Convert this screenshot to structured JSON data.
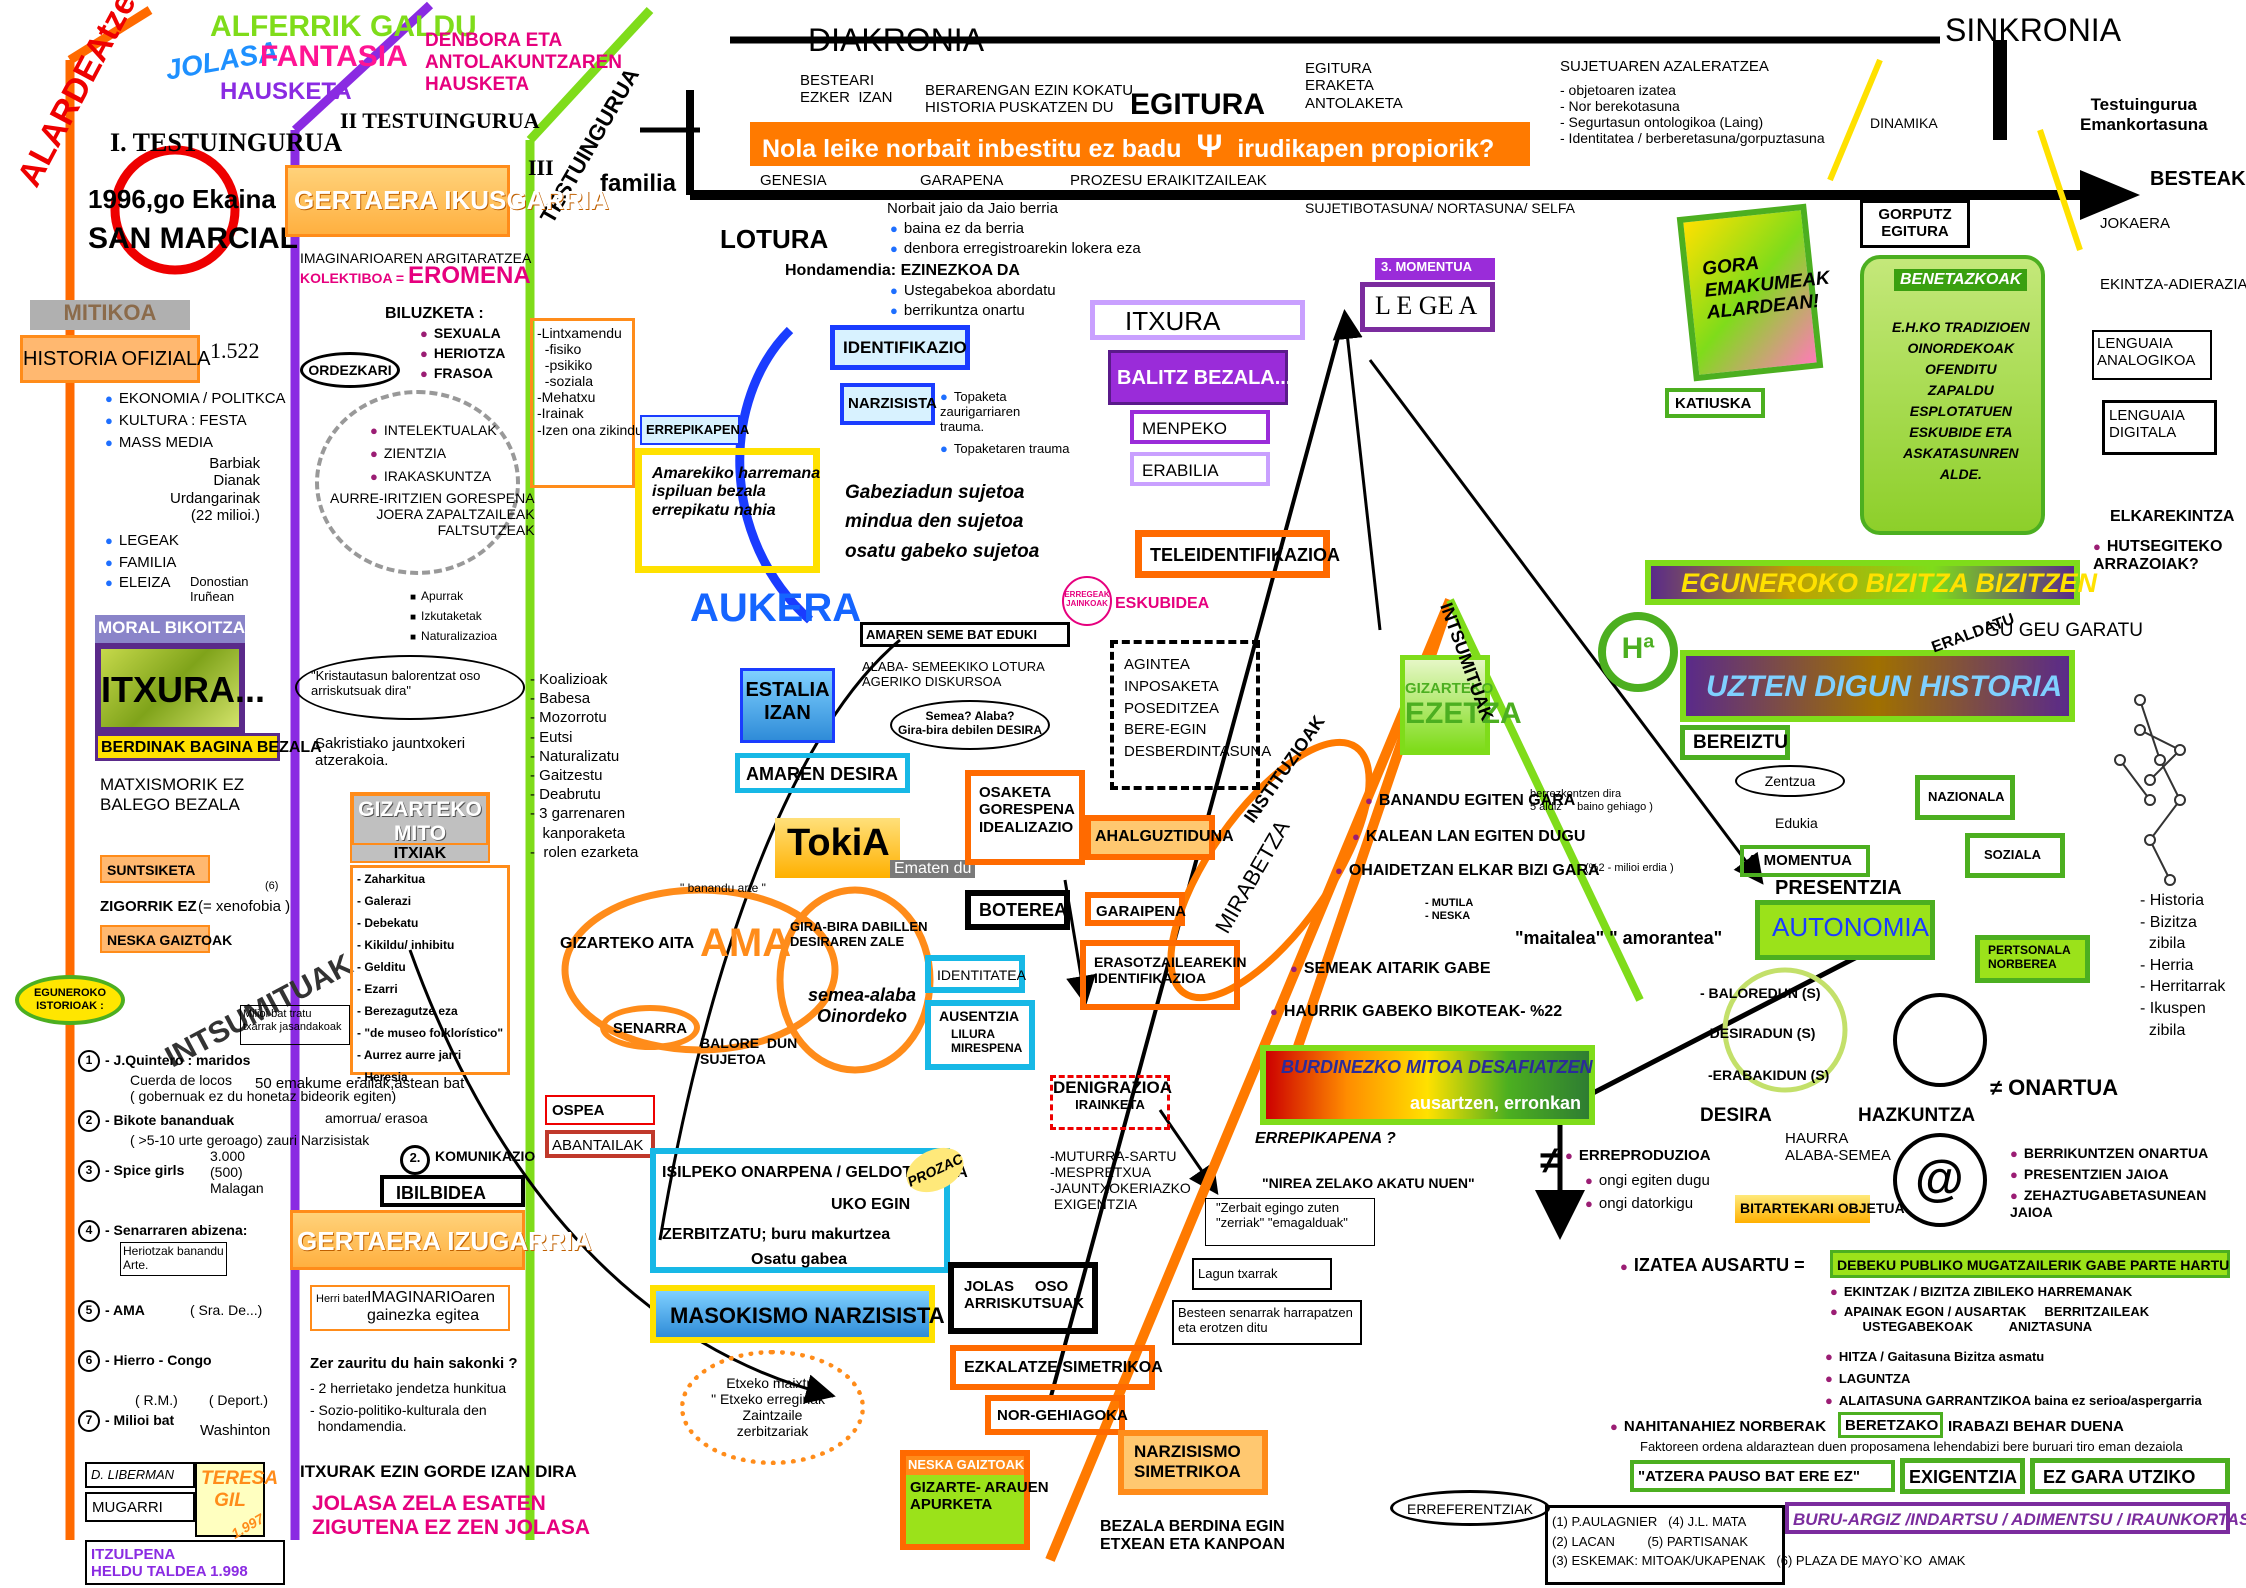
{
  "vertical_labels": {
    "alardeatzen": "ALARDEAtzen",
    "alferrik_galdu": "ALFERRIK GALDU",
    "jolasa": "JOLASA",
    "fantasia": "FANTASIA",
    "hausketa": "HAUSKETA",
    "denbora": "DENBORA ETA\nANTOLAKUNTZAREN\nHAUSKETA",
    "testuingurua3": "TESTUINGURUA",
    "insumituak": "INTSUMITUAK",
    "instituzioak": "INSTITUZIOAK",
    "mirabetza": "MIRABETZA",
    "intsumituak2": "INTSUMITUAK"
  },
  "col1": {
    "title": "I. TESTUINGURUA",
    "date": "1996,go  Ekaina",
    "place": "SAN MARCIAL",
    "mitikoa": "MITIKOA",
    "historia": "HISTORIA OFIZIALA",
    "year": "1.522",
    "bullets": [
      "EKONOMIA / POLITKCA",
      "KULTURA : FESTA",
      "MASS MEDIA"
    ],
    "media_sub": "Barbiak\nDianak\nUrdangarinak\n(22 milioi.)",
    "bullets2": [
      "LEGEAK",
      "FAMILIA",
      "ELEIZA"
    ],
    "donostian": "Donostian\nIruñean",
    "moral": "MORAL BIKOITZA",
    "itxura": "ITXURA...",
    "berdinak": "BERDINAK BAGINA BEZALA",
    "matxismorik": "MATXISMORIK EZ\nBALEGO BEZALA",
    "suntsiketa": "SUNTSIKETA",
    "zigorrik": "ZIGORRIK EZ",
    "xenofobia": "(= xenofobia )",
    "six": "(6)",
    "neska": "NESKA GAIZTOAK",
    "egunero": "EGUNEROKO\nISTORIOAK :",
    "stories": [
      {
        "n": "1",
        "text": "- J.Quintero : maridos",
        "sub": "Cuerda de locos\n( gobernuak ez du honetaz bideorik egiten)"
      },
      {
        "n": "2",
        "text": "- Bikote bananduak",
        "sub": "( >5-10 urte geroago) zauri Narzisistak"
      },
      {
        "n": "3",
        "text": "- Spice girls",
        "sub": "3.000\n(500)\nMalagan"
      },
      {
        "n": "4",
        "text": "- Senarraren abizena:",
        "sub": "Heriotzak banandu\nArte."
      },
      {
        "n": "5",
        "text": "- AMA",
        "sub": "( Sra. De...)"
      },
      {
        "n": "6",
        "text": "- Hierro - Congo",
        "sub": ""
      },
      {
        "n": "7",
        "text": "- Milioi bat",
        "sub": "( R.M.)        ( Deport.)"
      }
    ],
    "washinton": "Washinton",
    "milioi_tratu": "Milioi bat tratu\ntxarrak jasandakoak",
    "fifty": "50 emakume erailak,astean bat",
    "liberman": "D. LIBERMAN",
    "mugarri": "MUGARRI",
    "teresa": "TERESA\nGIL",
    "teresa_year": "1.997",
    "itzulpena": "ITZULPENA\nHELDU TALDEA 1.998"
  },
  "col2": {
    "title": "II TESTUINGURUA",
    "gertaera1": "GERTAERA IKUSGARRIA",
    "imaginarioaren": "IMAGINARIOAREN  ARGITARATZEA",
    "kolektiboa": "KOLEKTIBOA =",
    "eromena": "EROMENA",
    "biluzketa": "BILUZKETA :",
    "biluz_items": [
      "SEXUALA",
      "HERIOTZA",
      "FRASOA"
    ],
    "ordezkari": "ORDEZKARI",
    "ordez_items": [
      "INTELEKTUALAK",
      "ZIENTZIA",
      "IRAKASKUNTZA"
    ],
    "aurre": "AURRE-IRITZIEN GORESPENA\nJOERA ZAPALTZAILEAK\nFALTSUTZEAK",
    "apurrak": [
      "Apurrak",
      "Izkutaketak",
      "Naturalizazioa"
    ],
    "kristau": "\"Kristautasun balorentzat oso\narriskutsuak dira\"",
    "sakristia": "Sakristiako jauntxokeri\natzerakoia.",
    "gizarteko_mito": "GIZARTEKO\nMITO",
    "itxiak": "ITXIAK",
    "mito_list": [
      "- Zaharkitua",
      "- Galerazi",
      "- Debekatu",
      "- Kikildu/ inhibitu",
      "- Gelditu",
      "- Ezarri",
      "- Berezagutze eza",
      "- \"de museo folklorístico\"",
      "- Aurrez aurre jarri",
      "- Heresia"
    ],
    "amorrua": "amorrua/  erasoa",
    "komunikazio": "KOMUNIKAZIO",
    "ibilbidea": "IBILBIDEA",
    "two": "2.",
    "gertaera2": "GERTAERA IZUGARRIA",
    "herri": "Herri baten",
    "imaginarioaren2": "IMAGINARIOaren\ngainezka egitea",
    "zer": "Zer zauritu du hain sakonki ?",
    "zer_items": [
      "- 2 herrietako jendetza hunkitua",
      "- Sozio-politiko-kulturala den\n  hondamendia."
    ],
    "itxurak": "ITXURAK  EZIN GORDE IZAN DIRA",
    "jolasa": "JOLASA ZELA ESATEN\nZIGUTENA EZ ZEN JOLASA"
  },
  "col3": {
    "title": "III",
    "familia": "familia",
    "lintx": "-Lintxamendu\n  -fisiko\n  -psikiko\n  -soziala\n-Mehatxu\n-Irainak\n-Izen ona zikindu",
    "koalizio": "- Koalizioak\n- Babesa\n- Mozorrotu\n- Eutsi\n- Naturalizatu\n- Gaitzestu\n- Deabrutu\n- 3 garrenaren\n   kanporaketa\n-  rolen ezarketa"
  },
  "top": {
    "diakronia": "DIAKRONIA",
    "sinkronia": "SINKRONIA",
    "besteari": "BESTEARI\nEZKER  IZAN",
    "berarengan": "BERARENGAN EZIN KOKATU\nHISTORIA PUSKATZEN DU",
    "egitura": "EGITURA",
    "egitura_list": "EGITURA\nERAKETA\nANTOLAKETA",
    "sujetua": "SUJETUAREN AZALERATZEA",
    "sujetua_list": "- objetoaren izatea\n- Nor berekotasuna\n- Segurtasun ontologikoa (Laing)\n- Identitatea / berberetasuna/gorpuztasuna",
    "nola": "Nola  leike norbait inbestitu ez badu",
    "psi": "Ψ",
    "nola2": "irudikapen propiorik?",
    "genesia": "GENESIA",
    "garapena": "GARAPENA",
    "prozesu": "PROZESU  ERAIKITZAILEAK",
    "sujetibotasuna": "SUJETIBOTASUNA/  NORTASUNA/    SELFA",
    "dinamika": "DINAMIKA",
    "gorputz": "GORPUTZ\nEGITURA",
    "besteak": "BESTEAK",
    "testuingurua": "Testuingurua\nEmankortasuna",
    "lotura": "LOTURA",
    "norbait": "Norbait jaio da  Jaio berria",
    "norbait_items": [
      "baina ez da berria",
      "denbora erregistroarekin lokera eza"
    ],
    "hondamendia": "Hondamendia:  EZINEZKOA  DA",
    "hond_items": [
      "Ustegabekoa  abordatu",
      "berrikuntza onartu"
    ]
  },
  "center": {
    "identifikazio": "IDENTIFIKAZIO",
    "narzisista": "NARZISISTA",
    "topaketa": "Topaketa\nzaurigarriaren\ntrauma.",
    "topaketa2": "Topaketaren trauma",
    "errepikapena": "ERREPIKAPENA",
    "amarekiko": "Amarekiko harremana\nispiluan bezala\nerrepikatu nahia",
    "gabeziadun": "Gabeziadun sujetoa\nmindua den sujetoa\nosatu gabeko sujetoa",
    "aukera": "AUKERA",
    "estalia": "ESTALIA\nIZAN",
    "amaren_desira": "AMAREN DESIRA",
    "amaren_seme": "AMAREN SEME BAT  EDUKI",
    "alaba": "ALABA- SEMEEKIKO LOTURA\nAGERIKO DISKURSOA",
    "semea": "Semea? Alaba?\nGira-bira debilen DESIRA",
    "tokia": "TokiA",
    "ematen": "Ematen du",
    "banandu": "\" banandu arte \"",
    "gizarteko_aita": "GIZARTEKO AITA",
    "ama": "AMA",
    "senarra": "SENARRA",
    "balore": "BALORE  DUN\nSUJETOA",
    "gira": "GIRA-BIRA DABILLEN\nDESIRAREN ZALE",
    "semealaba": "semea-alaba\nOinordeko",
    "ospea": "OSPEA",
    "abantailak": "ABANTAILAK",
    "identitatea": "IDENTITATEA",
    "ausentzia": "AUSENTZIA",
    "lilura": "LILURA\nMIRESPENA",
    "isilpeko": "ISILPEKO ONARPENA / GELDOTASUNA",
    "uko": "UKO EGIN",
    "zerbitzatu": "ZERBITZATU; buru makurtzea",
    "osatu": "Osatu gabea",
    "prozac": "PROZAC",
    "masokismo": "MASOKISMO NARZISISTA",
    "etxeko": "Etxeko maixtra\n\" Etxeko erreginak \"\nZaintzaile\nzerbitzariak",
    "jolas_oso": "JOLAS     OSO\nARRISKUTSUAK",
    "osaketa": "OSAKETA\nGORESPENA\nIDEALIZAZIO",
    "ahalguztiduna": "AHALGUZTIDUNA",
    "boterea": "BOTEREA",
    "garaipena": "GARAIPENA",
    "erasotzailea": "ERASOTZAILEAREKIN\nIDENTIFIKAZIOA",
    "denigrazioa": "DENIGRAZIOA",
    "iraink": "IRAINKETA",
    "muturra": "-MUTURRA-SARTU\n-MESPRETXUA\n-JAUNTXOKERIAZKO\n EXIGENTZIA",
    "ezkalatze": "EZKALATZE SIMETRIKOA",
    "nor_gehiagoka": "NOR-GEHIAGOKA",
    "neska_gaiztoak": "NESKA GAIZTOAK",
    "gizarte_arauen": "GIZARTE- ARAUEN\nAPURKETA",
    "narzisismo": "NARZISISMO\nSIMETRIKOA",
    "bezala": "BEZALA BERDINA EGIN\nETXEAN ETA KANPOAN",
    "itxura": "ITXURA",
    "balitz": "BALITZ BEZALA...",
    "menpeko": "MENPEKO",
    "erabilia": "ERABILIA",
    "teleid": "TELEIDENTIFIKAZIOA",
    "momentua3": "3. MOMENTUA",
    "legea": "L E GE A",
    "erregeak": "ERREGEAK\nJAINKOAK",
    "eskubidea": "ESKUBIDEA",
    "agintea": "AGINTEA\nINPOSAKETA\nPOSEDITZEA\nBERE-EGIN\nDESBERDINTASUNA",
    "gizarteko_ezetza": "GIZARTEKO",
    "ezetza": "EZETZA",
    "banandu_list": [
      "BANANDU EGITEN GARA",
      "KALEAN LAN EGITEN DUGU",
      "OHAIDETZAN ELKAR BIZI GARA"
    ],
    "berrezkontzen": "berrezkontzen dira\n5 aldiz     baino gehiago )",
    "milioi_erdia": "(%2 -  milioi erdia )",
    "mutila": "- MUTILA\n- NESKA",
    "semeak": "SEMEAK AITARIK GABE",
    "haurrik": "HAURRIK GABEKO BIKOTEAK-  %22",
    "maitalea": "\"maitalea\"  \" amorantea\"",
    "burdinezko": "BURDINEZKO MITOA DESAFIATZEN",
    "ausartzen": "ausartzen, erronkan",
    "errepikapena2": "ERREPIKAPENA ?",
    "nirea": "\"NIREA ZELAKO AKATU NUEN\"",
    "zerbait": "\"Zerbait egingo zuten\n\"zerriak\" \"emagalduak\"",
    "lagun": "Lagun txarrak",
    "besteen": "Besteen senarrak harrapatzen\neta erotzen ditu"
  },
  "right": {
    "gora": "GORA\nEMAKUMEAK\nALARDEAN!",
    "katiuska": "KATIUSKA",
    "benetazkoak": "BENETAZKOAK",
    "scroll": "E.H.KO TRADIZIOEN\nOINORDEKOAK\nOFENDITU\nZAPALDU\nESPLOTATUEN\nESKUBIDE ETA\nASKATASUNREN\nALDE.",
    "jokaera": "JOKAERA",
    "ekintza": "EKINTZA-ADIERAZIA.",
    "lengua1": "LENGUAIA\nANALOGIKOA",
    "lengua2": "LENGUAIA\nDIGITALA",
    "elkarekintza": "ELKAREKINTZA",
    "hutsegiteko": "HUTSEGITEKO\nARRAZOIAK?",
    "eguneroko": "EGUNEROKO BIZITZA BIZITZEN",
    "ha": "Hª",
    "uzten": "UZTEN DIGUN HISTORIA",
    "eraldatu": "ERALDATU",
    "gu_geu": "GU GEU   GARATU",
    "bereiztu": "BEREIZTU",
    "zentzua": "Zentzua",
    "edukia": "Edukia",
    "momentua4": "4. MOMENTUA",
    "presentzia": "PRESENTZIA",
    "autonomia": "AUTONOMIA",
    "nazionala": "NAZIONALA",
    "soziala": "SOZIALA",
    "pertsonala": "PERTSONALA\nNORBEREA",
    "historia_list": "- Historia\n- Bizitza\n  zibila\n- Herria\n- Herritarrak\n- Ikuspen\n  zibila",
    "baloredun": "- BALOREDUN  (S)",
    "desiradun": "-DESIRADUN    (S)",
    "erabakidun": "-ERABAKIDUN   (S)",
    "onartua": "≠   ONARTUA",
    "desira": "DESIRA",
    "hazkuntza": "HAZKUNTZA",
    "haurra": "HAURRA\nALABA-SEMEA",
    "erreproduzioa": "ERREPRODUZIOA",
    "ongi_items": [
      "ongi egiten dugu",
      "ongi datorkigu"
    ],
    "berrikuntzen": [
      "BERRIKUNTZEN ONARTUA",
      "PRESENTZIEN JAIOA",
      "ZEHAZTUGABETASUNEAN\nJAIOA"
    ],
    "bitartekari": "BITARTEKARI OBJETUA",
    "izatea": "IZATEA AUSARTU =",
    "debeku": "DEBEKU PUBLIKO MUGATZAILERIK GABE PARTE HARTU",
    "ekintzak": [
      "EKINTZAK / BIZITZA ZIBILEKO HARREMANAK",
      "APAINAK EGON / AUSARTAK     BERRITZAILEAK\n         USTEGABEKOAK          ANIZTASUNA",
      "HITZA   / Gaitasuna        Bizitza asmatu",
      "LAGUNTZA",
      "ALAITASUNA      GARRANTZIKOA baina ez serioa/aspergarria"
    ],
    "nahitanahiez": "NAHITANAHIEZ NORBERAK",
    "beretzako": "BERETZAKO",
    "irabazi": "IRABAZI BEHAR DUENA",
    "faktoreen": "Faktoreen ordena aldaraztean duen proposamena    lehendabizi bere buruari tiro eman dezaiola",
    "atzera": "\"ATZERA PAUSO BAT ERE EZ\"",
    "exigentzia": "EXIGENTZIA",
    "ez_gara": "EZ GARA UTZIKO",
    "erreferentziak": "ERREFERENTZIAK",
    "refs": "(1) P.AULAGNIER   (4) J.L. MATA\n(2) LACAN         (5) PARTISANAK\n(3) ESKEMAK: MITOAK/UKAPENAK   (6) PLAZA DE MAYO`KO  AMAK",
    "buru": "BURU-ARGIZ /INDARTSU / ADIMENTSU / IRAUNKORTASUNEZ"
  }
}
